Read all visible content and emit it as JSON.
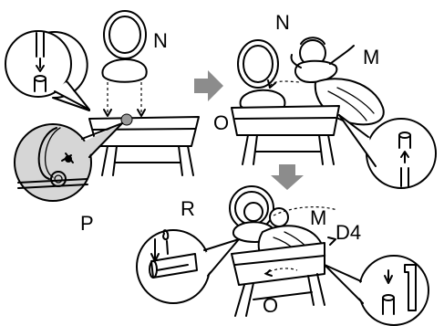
{
  "labels": {
    "n_top": "N",
    "n_right": "N",
    "m_right": "M",
    "o_right": "O",
    "p_left": "P",
    "r_bottom": "R",
    "m_bottom": "M",
    "d4_bottom": "D4",
    "o_bottom": "O"
  },
  "colors": {
    "line": "#000000",
    "fill": "#ffffff",
    "shade": "#d6d6d6",
    "arrow": "#8c8c8c"
  }
}
